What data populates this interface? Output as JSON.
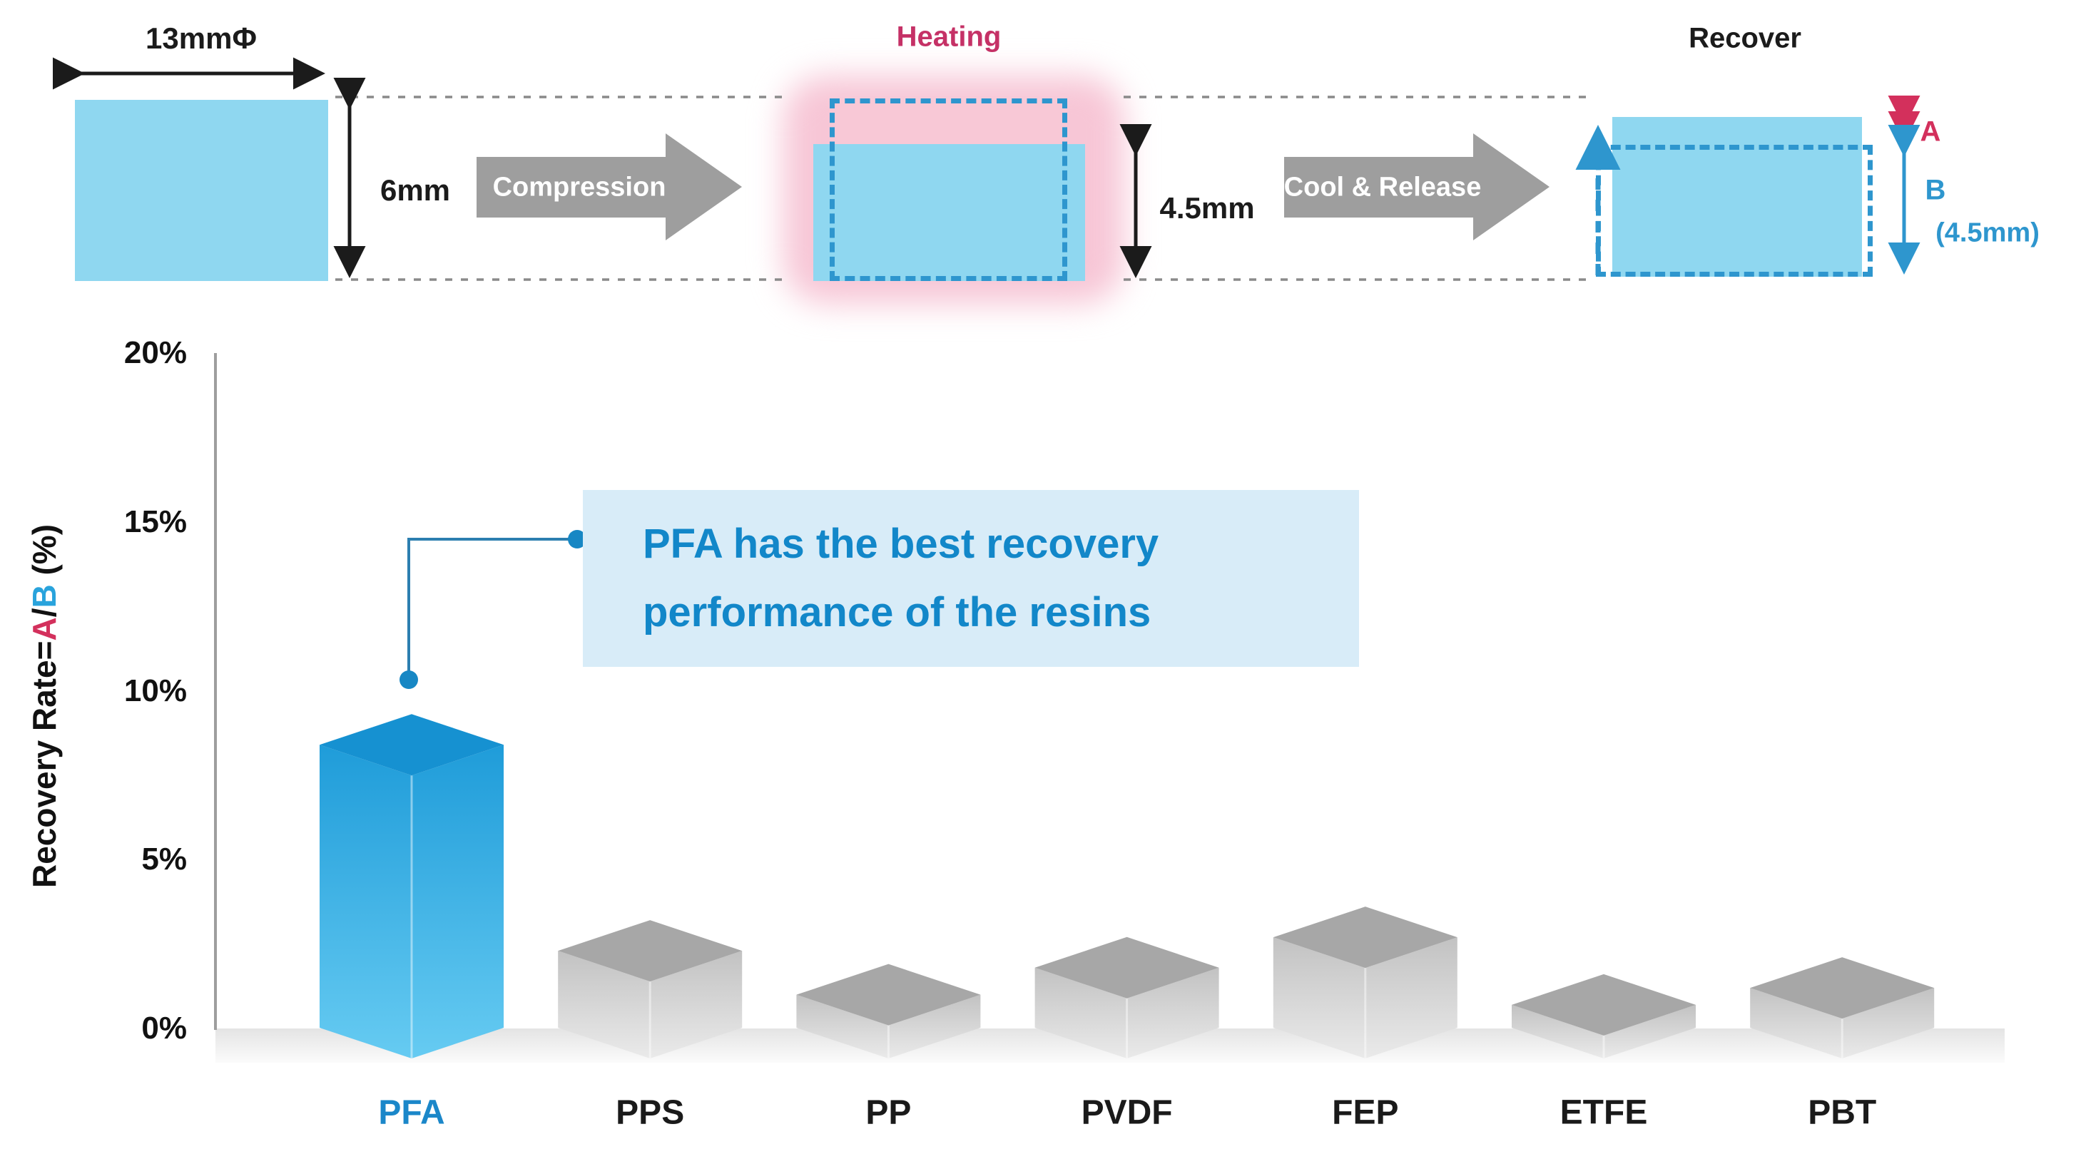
{
  "diagram": {
    "sample": {
      "width_label": "13mmΦ",
      "height_label": "6mm"
    },
    "compression_label": "Compression",
    "heating": {
      "title": "Heating",
      "height_label": "4.5mm"
    },
    "cool_release_label": "Cool & Release",
    "recover": {
      "title": "Recover",
      "a_label": "A",
      "b_label": "B",
      "b_sub_label": "(4.5mm)"
    }
  },
  "chart_data": {
    "type": "bar",
    "title": "",
    "xlabel": "",
    "ylabel_parts": {
      "prefix": "Recovery Rate=",
      "a": "A",
      "slash": "/",
      "b": "B",
      "suffix": " (%)"
    },
    "categories": [
      "PFA",
      "PPS",
      "PP",
      "PVDF",
      "FEP",
      "ETFE",
      "PBT"
    ],
    "values": [
      8.4,
      2.3,
      1.0,
      1.8,
      2.7,
      0.7,
      1.2
    ],
    "ylim": [
      0,
      20
    ],
    "yticks": [
      "20%",
      "15%",
      "10%",
      "5%",
      "0%"
    ],
    "grid": false,
    "legend": false,
    "style": "3d-isometric-bars",
    "highlight_category": "PFA",
    "annotation": {
      "line1": "PFA has the best recovery",
      "line2": "performance of the resins"
    }
  },
  "colors": {
    "accent_blue": "#1B87C9",
    "sample_blue": "#8FD7F0",
    "pink_glow": "#F7C6D6",
    "crimson_a": "#D3305C",
    "heating_text": "#C53166",
    "dashed_blue": "#2E96CE",
    "arrow_gray": "#9E9E9E",
    "bar_blue_top": "#1691D1",
    "bar_blue_body_start": "#1F9CD9",
    "bar_blue_body_end": "#66CBF2",
    "bar_gray_top": "#A7A7A7",
    "bar_gray_body_start": "#C2C2C2",
    "bar_gray_body_end": "#EAEAEA",
    "callout_bg": "#D8ECF8",
    "callout_text": "#1287C9"
  }
}
